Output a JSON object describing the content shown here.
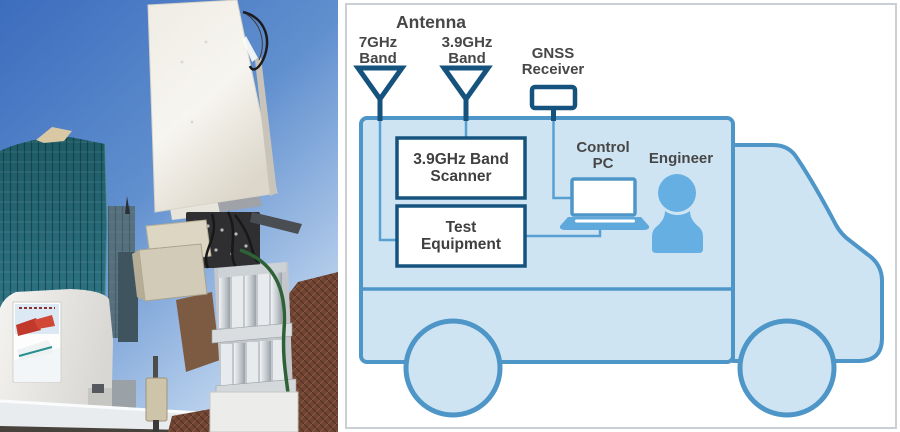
{
  "diagram": {
    "heading": "Antenna",
    "antenna_7ghz": {
      "line1": "7GHz",
      "line2": "Band"
    },
    "antenna_39ghz": {
      "line1": "3.9GHz",
      "line2": "Band"
    },
    "gnss_receiver": {
      "line1": "GNSS",
      "line2": "Receiver"
    },
    "scanner_box": {
      "line1": "3.9GHz Band",
      "line2": "Scanner"
    },
    "test_equipment_box": {
      "line1": "Test",
      "line2": "Equipment"
    },
    "control_pc": {
      "line1": "Control",
      "line2": "PC"
    },
    "engineer": "Engineer",
    "colors": {
      "outline_dark_navy": "#15537e",
      "truck_stroke": "#4e96c8",
      "truck_fill": "#cfe4f2",
      "icon_blue": "#66afe3",
      "connector_blue": "#57a0d3",
      "label_text": "#474747",
      "panel_border": "#cbd0d4"
    }
  },
  "photo": {
    "colors": {
      "sky_top": "#3c6cbd",
      "sky_bottom": "#c9dcf2",
      "glass_tower_teal": "#226872",
      "antenna_panel_white": "#f4f2ec",
      "fence_rust": "#6f4433",
      "equipment_beige": "#d5cebb"
    }
  }
}
